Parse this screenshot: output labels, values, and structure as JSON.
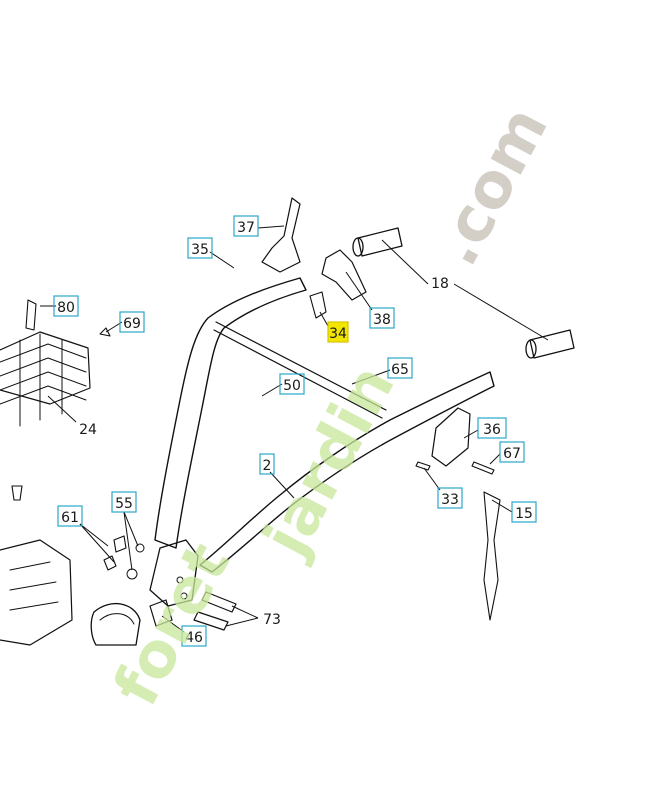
{
  "parts": [
    {
      "id": "part-37",
      "number": "37",
      "boxed": true
    },
    {
      "id": "part-35",
      "number": "35",
      "boxed": true
    },
    {
      "id": "part-18",
      "number": "18",
      "boxed": false
    },
    {
      "id": "part-80",
      "number": "80",
      "boxed": true
    },
    {
      "id": "part-69",
      "number": "69",
      "boxed": true
    },
    {
      "id": "part-38",
      "number": "38",
      "boxed": true
    },
    {
      "id": "part-34",
      "number": "34",
      "boxed": true,
      "highlighted": true
    },
    {
      "id": "part-65",
      "number": "65",
      "boxed": true
    },
    {
      "id": "part-50",
      "number": "50",
      "boxed": true
    },
    {
      "id": "part-24",
      "number": "24",
      "boxed": false
    },
    {
      "id": "part-36",
      "number": "36",
      "boxed": true
    },
    {
      "id": "part-67",
      "number": "67",
      "boxed": true
    },
    {
      "id": "part-2",
      "number": "2",
      "boxed": true
    },
    {
      "id": "part-33",
      "number": "33",
      "boxed": true
    },
    {
      "id": "part-15",
      "number": "15",
      "boxed": true
    },
    {
      "id": "part-61",
      "number": "61",
      "boxed": true
    },
    {
      "id": "part-55",
      "number": "55",
      "boxed": true
    },
    {
      "id": "part-73",
      "number": "73",
      "boxed": false
    },
    {
      "id": "part-46",
      "number": "46",
      "boxed": true
    }
  ],
  "watermark": {
    "part1": "foret",
    "part2": "jardin",
    "part3": ".com"
  },
  "colors": {
    "label_box": "#2aa7c9",
    "highlight": "#f2e600",
    "watermark_green": "#c7e79a",
    "watermark_grey": "#c9c3b8"
  }
}
